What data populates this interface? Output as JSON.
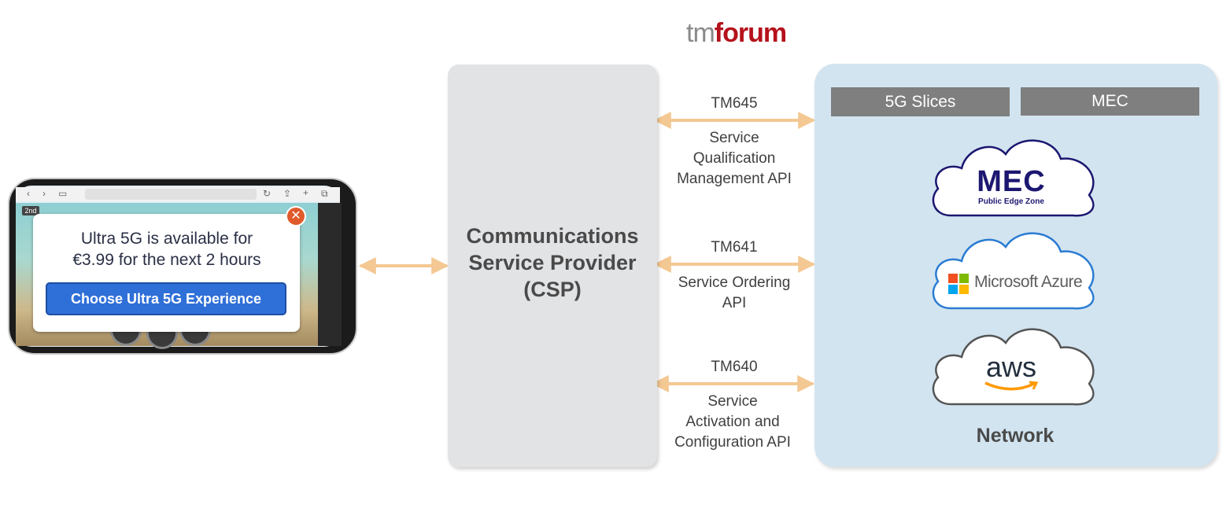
{
  "logo": {
    "tm": "tm",
    "forum": "forum"
  },
  "csp": {
    "line1": "Communications",
    "line2": "Service Provider",
    "line3": "(CSP)"
  },
  "network": {
    "tags": [
      "5G Slices",
      "MEC"
    ],
    "label": "Network",
    "clouds": {
      "mec": {
        "title": "MEC",
        "subtitle": "Public Edge Zone"
      },
      "azure": {
        "text": "Microsoft Azure"
      },
      "aws": {
        "text": "aws"
      }
    }
  },
  "apis": [
    {
      "code": "TM645",
      "name_lines": [
        "Service",
        "Qualification",
        "Management API"
      ]
    },
    {
      "code": "TM641",
      "name_lines": [
        "Service Ordering",
        "API"
      ]
    },
    {
      "code": "TM640",
      "name_lines": [
        "Service",
        "Activation and",
        "Configuration API"
      ]
    }
  ],
  "phone": {
    "popup_line1": "Ultra 5G is available for",
    "popup_line2": "€3.99 for the next 2 hours",
    "button_label": "Choose Ultra 5G Experience",
    "close_icon": "close-icon",
    "level_badge": "2nd"
  },
  "colors": {
    "arrow": "#f4c893",
    "csp_box": "#e2e3e5",
    "network_panel": "#d2e4f0",
    "tag_bg": "#7f7f7f",
    "logo_forum": "#b5121b",
    "popup_button": "#2f6fd8",
    "mec_text": "#1c1770"
  }
}
